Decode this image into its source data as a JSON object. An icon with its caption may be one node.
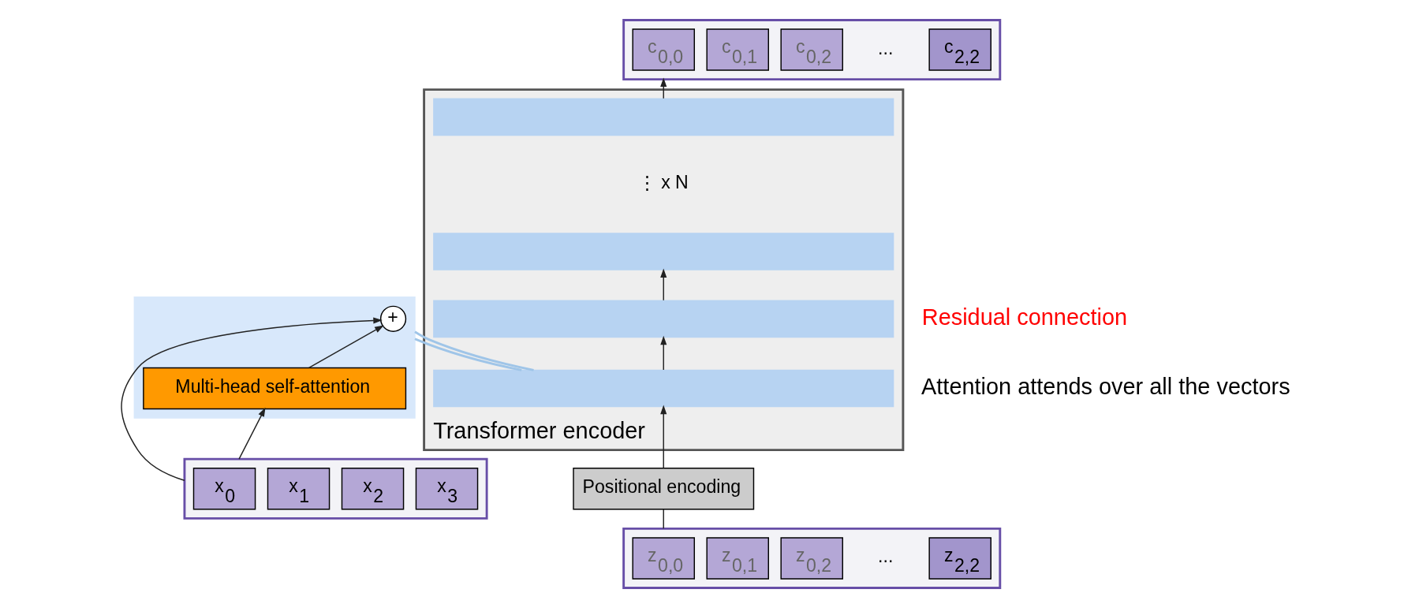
{
  "diagram": {
    "nodes": [
      {
        "text": [],
        "shape": "box"
      },
      {
        "text": [
          "c$_{0,0}$"
        ],
        "in": 0
      },
      {
        "text": [
          "c$_{0,1}$"
        ],
        "in": 0
      },
      {
        "text": [
          "c$_{0,2}$"
        ],
        "in": 0
      },
      {
        "text": [
          "c$_{2,2}$"
        ],
        "in": 0
      },
      {
        "text": [
          "Transformer encoder"
        ]
      },
      {
        "text": [],
        "shape": "bar",
        "in": 5
      },
      {
        "text": [],
        "shape": "bar",
        "in": 5
      },
      {
        "text": [],
        "shape": "bar",
        "in": 5
      },
      {
        "text": [],
        "shape": "bar",
        "in": 5
      },
      {
        "text": [
          "Positional encoding"
        ]
      },
      {
        "text": [],
        "shape": "box"
      },
      {
        "text": [
          "z$_{0,0}$"
        ],
        "in": 11
      },
      {
        "text": [
          "z$_{0,1}$"
        ],
        "in": 11
      },
      {
        "text": [
          "z$_{0,2}$"
        ],
        "in": 11
      },
      {
        "text": [
          "z$_{2,2}$"
        ],
        "in": 11
      },
      {
        "text": [],
        "shape": "box"
      },
      {
        "text": [
          "+"
        ],
        "in": 16
      },
      {
        "text": [
          "Multi-head self-attention"
        ],
        "in": 16
      },
      {
        "text": [],
        "shape": "box"
      },
      {
        "text": [
          "x$_{0}$"
        ],
        "in": 19
      },
      {
        "text": [
          "x$_{1}$"
        ],
        "in": 19
      },
      {
        "text": [
          "x$_{2}$"
        ],
        "in": 19
      },
      {
        "text": [
          "x$_{3}$"
        ],
        "in": 19
      }
    ],
    "edges": [
      {
        "from": 11,
        "to": 10,
        "arrow": "none"
      },
      {
        "from": 10,
        "to": 9,
        "arrow": "to"
      },
      {
        "from": 9,
        "to": 8,
        "arrow": "to"
      },
      {
        "from": 8,
        "to": 7,
        "arrow": "to"
      },
      {
        "from": 6,
        "to": 0,
        "arrow": "to"
      },
      {
        "from": 9,
        "to": 16,
        "arrow": "none",
        "color": "#9fc5e8"
      },
      {
        "from": 9,
        "to": 16,
        "arrow": "none",
        "color": "#9fc5e8"
      },
      {
        "from": 19,
        "to": 18,
        "arrow": "to"
      },
      {
        "from": 19,
        "to": 17,
        "arrow": "to"
      },
      {
        "from": 18,
        "to": 17,
        "arrow": "to"
      }
    ],
    "labels": [
      "...",
      "⋮ x N",
      "...",
      "Residual connection",
      "Attention attends over all the vectors"
    ]
  }
}
